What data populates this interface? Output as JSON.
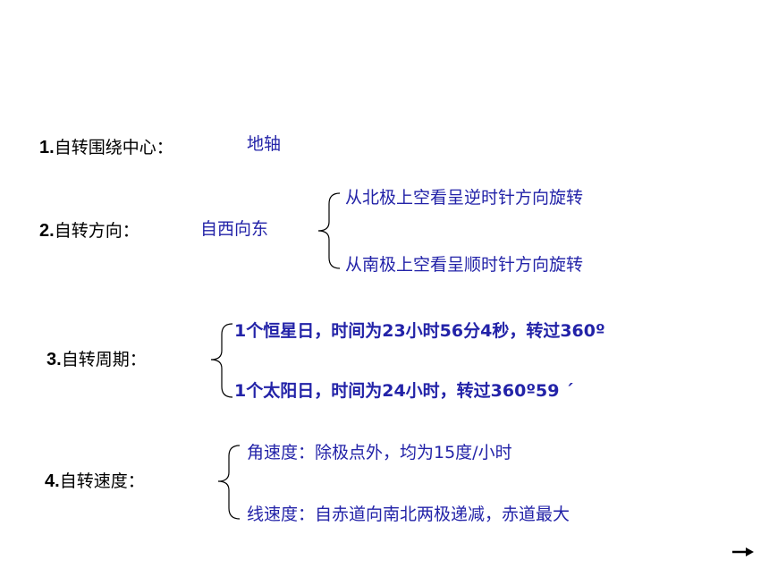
{
  "items": [
    {
      "num": "1.",
      "label": "自转围绕中心：",
      "value": "地轴"
    },
    {
      "num": "2.",
      "label": "自转方向：",
      "value": "自西向东",
      "sub": [
        "从北极上空看呈逆时针方向旋转",
        "从南极上空看呈顺时针方向旋转"
      ]
    },
    {
      "num": "3.",
      "label": "自转周期：",
      "sub": [
        "1个恒星日，时间为23小时56分4秒，转过360º",
        "1个太阳日，时间为24小时，转过360º59 ´"
      ]
    },
    {
      "num": "4.",
      "label": "自转速度：",
      "sub": [
        "角速度：除极点外，均为15度/小时",
        "线速度：自赤道向南北两极递减，赤道最大"
      ]
    }
  ],
  "nav": {
    "next_icon": "right-arrow-icon"
  },
  "colors": {
    "label": "#000000",
    "value": "#2323a8"
  }
}
